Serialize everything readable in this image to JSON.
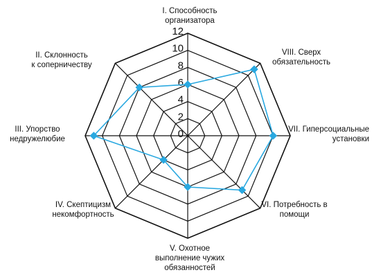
{
  "chart_data": {
    "type": "radar",
    "categories": [
      "I. Способность организатора",
      "VIII. Сверх обязательность",
      "VII. Гиперсоциальные установки",
      "VI. Потребность в помощи",
      "V. Охотное выполнение чужих обязанностей",
      "IV. Скептицизм некомфортность",
      "III. Упорство недружелюбие",
      "II. Склонность к соперничеству"
    ],
    "label_lines": [
      [
        "I. Способность",
        "организатора"
      ],
      [
        "VIII. Сверх",
        "обязательность"
      ],
      [
        "VII. Гиперсоциальные",
        "установки"
      ],
      [
        "VI. Потребность в",
        "помощи"
      ],
      [
        "V. Охотное",
        "выполнение чужих",
        "обязанностей"
      ],
      [
        "IV. Скептицизм",
        "некомфортность"
      ],
      [
        "III. Упорство",
        "недружелюбие"
      ],
      [
        "II. Склонность",
        "к соперничеству"
      ]
    ],
    "values": [
      6,
      11,
      10,
      9,
      6,
      4,
      11,
      8
    ],
    "ticks": [
      "0",
      "2",
      "4",
      "6",
      "8",
      "10",
      "12"
    ],
    "rmax": 12,
    "grid": true,
    "series_color": "#29a8e0",
    "marker": "diamond"
  }
}
